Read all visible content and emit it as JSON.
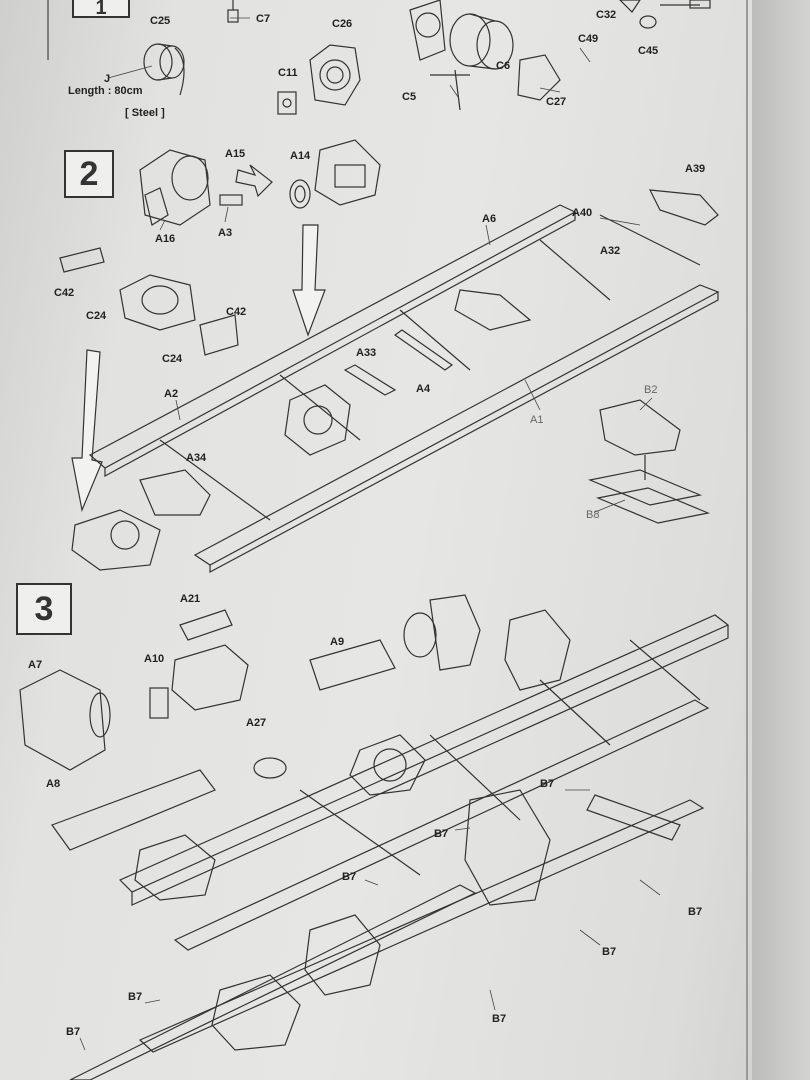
{
  "steps": {
    "step1": "1",
    "step2": "2",
    "step3": "3"
  },
  "parts": {
    "c25": "C25",
    "c7": "C7",
    "c26": "C26",
    "c11": "C11",
    "c32": "C32",
    "c49": "C49",
    "c45": "C45",
    "c6": "C6",
    "c5": "C5",
    "c27": "C27",
    "j": "J",
    "length": "Length : 80cm",
    "steel": "[ Steel ]",
    "a15": "A15",
    "a14": "A14",
    "a16": "A16",
    "a3": "A3",
    "a39": "A39",
    "a6": "A6",
    "a40": "A40",
    "a32": "A32",
    "c42a": "C42",
    "c24a": "C24",
    "c42b": "C42",
    "c24b": "C24",
    "a33": "A33",
    "a4": "A4",
    "a1": "A1",
    "a2": "A2",
    "b2": "B2",
    "a34": "A34",
    "b8": "B8",
    "a21": "A21",
    "a7": "A7",
    "a10": "A10",
    "a9": "A9",
    "a8": "A8",
    "a27": "A27",
    "b7_1": "B7",
    "b7_2": "B7",
    "b7_3": "B7",
    "b7_4": "B7",
    "b7_5": "B7",
    "b7_6": "B7",
    "b7_7": "B7",
    "b7_8": "B7"
  }
}
